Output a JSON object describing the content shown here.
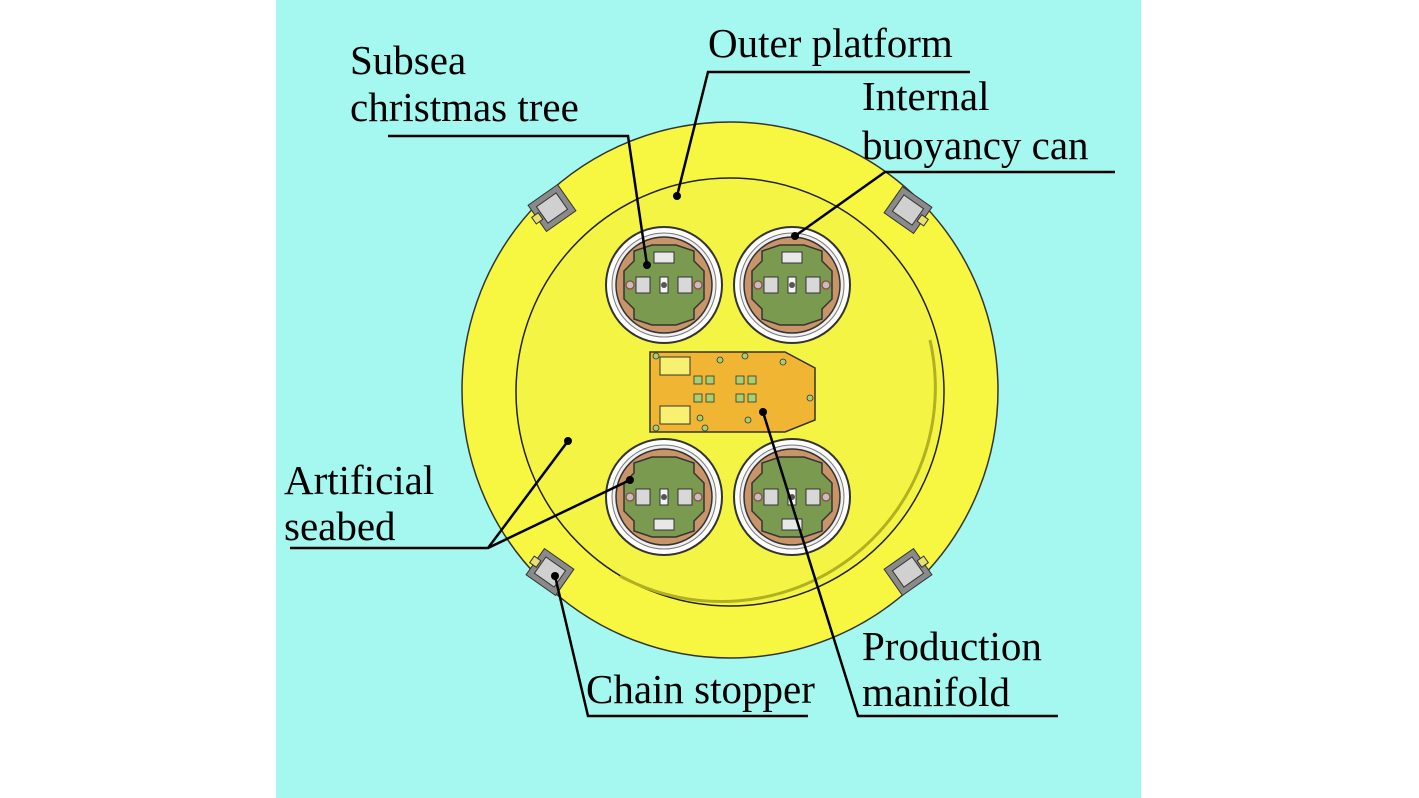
{
  "labels": {
    "subsea_tree_line1": "Subsea",
    "subsea_tree_line2": "christmas tree",
    "outer_platform": "Outer platform",
    "buoyancy_line1": "Internal",
    "buoyancy_line2": "buoyancy can",
    "seabed_line1": "Artificial",
    "seabed_line2": "seabed",
    "production_line1": "Production",
    "production_line2": "manifold",
    "chain_stopper": "Chain stopper"
  },
  "colors": {
    "background": "#a5f8f0",
    "outer_platform": "#f7f742",
    "inner_deck": "#f4f445",
    "can_ring": "#c89468",
    "tree_body": "#7a9a50",
    "manifold": "#f0b533",
    "stopper": "#8a8a8a"
  }
}
